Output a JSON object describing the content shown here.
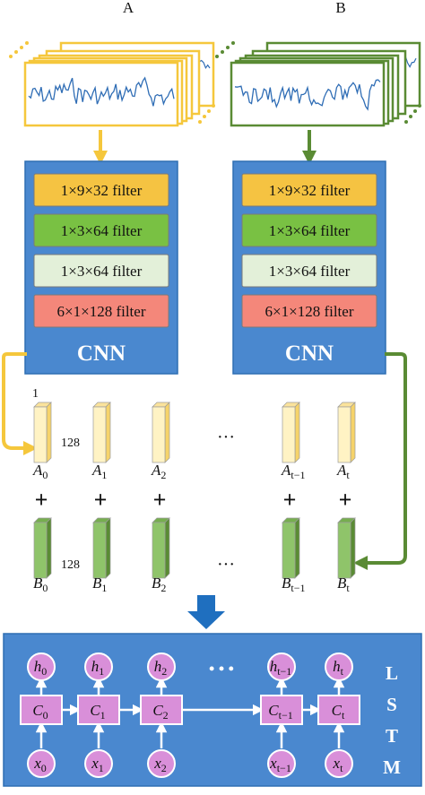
{
  "signals": {
    "a_label": "A",
    "b_label": "B",
    "a_color": "#F5C73C",
    "b_color": "#5A8B34"
  },
  "cnn_blocks": [
    {
      "label": "CNN",
      "filters": [
        "1×9×32 filter",
        "1×3×64 filter",
        "1×3×64 filter",
        "6×1×128 filter"
      ]
    },
    {
      "label": "CNN",
      "filters": [
        "1×9×32 filter",
        "1×3×64 filter",
        "1×3×64 filter",
        "6×1×128 filter"
      ]
    }
  ],
  "filter_colors": [
    "#F5C342",
    "#79C143",
    "#E3F0D9",
    "#F4877A"
  ],
  "feature_a": {
    "width_label": "1",
    "depth_label": "128",
    "items": [
      {
        "base": "A",
        "sub": "0"
      },
      {
        "base": "A",
        "sub": "1"
      },
      {
        "base": "A",
        "sub": "2"
      },
      {
        "base": "A",
        "sub": "t−1"
      },
      {
        "base": "A",
        "sub": "t"
      }
    ],
    "ellipsis": "···"
  },
  "feature_b": {
    "depth_label": "128",
    "items": [
      {
        "base": "B",
        "sub": "0"
      },
      {
        "base": "B",
        "sub": "1"
      },
      {
        "base": "B",
        "sub": "2"
      },
      {
        "base": "B",
        "sub": "t−1"
      },
      {
        "base": "B",
        "sub": "t"
      }
    ],
    "ellipsis": "···"
  },
  "plus_sign": "+",
  "lstm": {
    "letters": [
      "L",
      "S",
      "T",
      "M"
    ],
    "h": [
      {
        "base": "h",
        "sub": "0"
      },
      {
        "base": "h",
        "sub": "1"
      },
      {
        "base": "h",
        "sub": "2"
      },
      {
        "base": "h",
        "sub": "t−1"
      },
      {
        "base": "h",
        "sub": "t"
      }
    ],
    "c": [
      {
        "base": "C",
        "sub": "0"
      },
      {
        "base": "C",
        "sub": "1"
      },
      {
        "base": "C",
        "sub": "2"
      },
      {
        "base": "C",
        "sub": "t−1"
      },
      {
        "base": "C",
        "sub": "t"
      }
    ],
    "x": [
      {
        "base": "x",
        "sub": "0"
      },
      {
        "base": "x",
        "sub": "1"
      },
      {
        "base": "x",
        "sub": "2"
      },
      {
        "base": "x",
        "sub": "t−1"
      },
      {
        "base": "x",
        "sub": "t"
      }
    ],
    "ellipsis": "• • •"
  }
}
